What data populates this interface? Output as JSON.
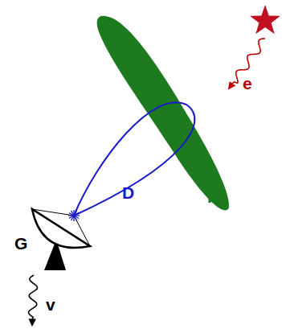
{
  "diagram": {
    "labels": [
      "e",
      "D",
      "P",
      "G",
      "v"
    ]
  }
}
